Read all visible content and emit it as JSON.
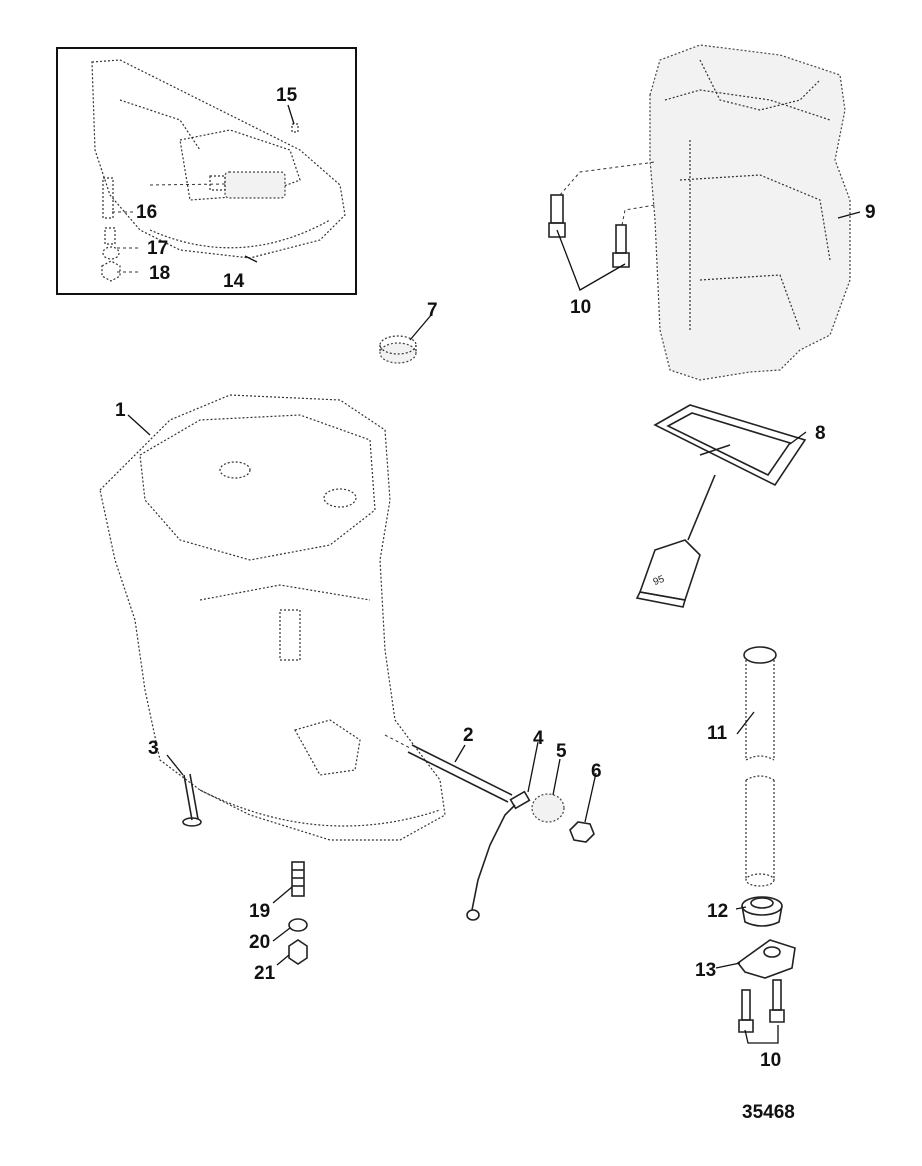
{
  "diagram": {
    "figure_id": "35468",
    "tube_label": "95",
    "callouts": [
      {
        "id": "c1",
        "text": "1"
      },
      {
        "id": "c2",
        "text": "2"
      },
      {
        "id": "c3",
        "text": "3"
      },
      {
        "id": "c4",
        "text": "4"
      },
      {
        "id": "c5",
        "text": "5"
      },
      {
        "id": "c6",
        "text": "6"
      },
      {
        "id": "c7",
        "text": "7"
      },
      {
        "id": "c8",
        "text": "8"
      },
      {
        "id": "c9",
        "text": "9"
      },
      {
        "id": "c10a",
        "text": "10"
      },
      {
        "id": "c10b",
        "text": "10"
      },
      {
        "id": "c11",
        "text": "11"
      },
      {
        "id": "c12",
        "text": "12"
      },
      {
        "id": "c13",
        "text": "13"
      },
      {
        "id": "c14",
        "text": "14"
      },
      {
        "id": "c15",
        "text": "15"
      },
      {
        "id": "c16",
        "text": "16"
      },
      {
        "id": "c17",
        "text": "17"
      },
      {
        "id": "c18",
        "text": "18"
      },
      {
        "id": "c19",
        "text": "19"
      },
      {
        "id": "c20",
        "text": "20"
      },
      {
        "id": "c21",
        "text": "21"
      }
    ]
  },
  "colors": {
    "line": "#333333",
    "text": "#111111",
    "background": "#ffffff"
  }
}
